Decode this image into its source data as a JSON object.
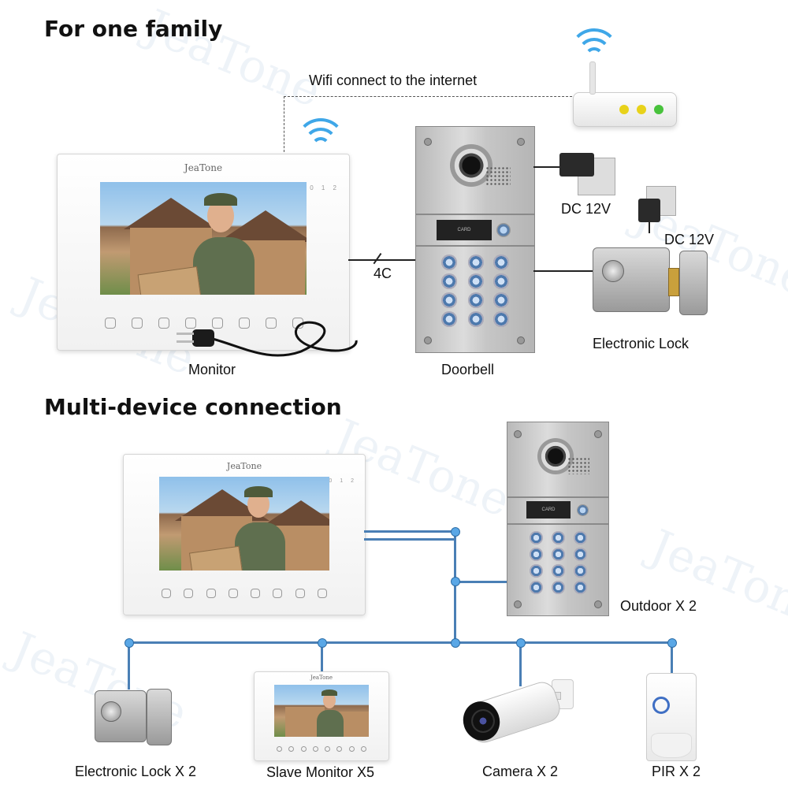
{
  "headings": {
    "top": "For one family",
    "bottom": "Multi-device connection"
  },
  "brand": "JeaTone",
  "monitor_indicator": "0 1 2",
  "doorbell_card_text": "CARD",
  "labels": {
    "wifi": "Wifi connect to the internet",
    "wire": "4C",
    "dc1": "DC 12V",
    "dc2": "DC 12V",
    "monitor": "Monitor",
    "doorbell": "Doorbell",
    "lock": "Electronic Lock",
    "outdoor": "Outdoor X 2",
    "lock2": "Electronic Lock X 2",
    "slave": "Slave Monitor X5",
    "camera": "Camera X 2",
    "pir": "PIR X 2"
  },
  "colors": {
    "wire": "#4a7fb5",
    "node": "#5aa7e6",
    "wifi": "#3fa7e8",
    "led_yellow": "#e8d21a",
    "led_green": "#48c23c"
  },
  "icons": [
    "wifi-icon",
    "router-icon",
    "power-adapter-icon",
    "electronic-lock-icon",
    "camera-icon",
    "pir-sensor-icon",
    "power-plug-icon"
  ]
}
